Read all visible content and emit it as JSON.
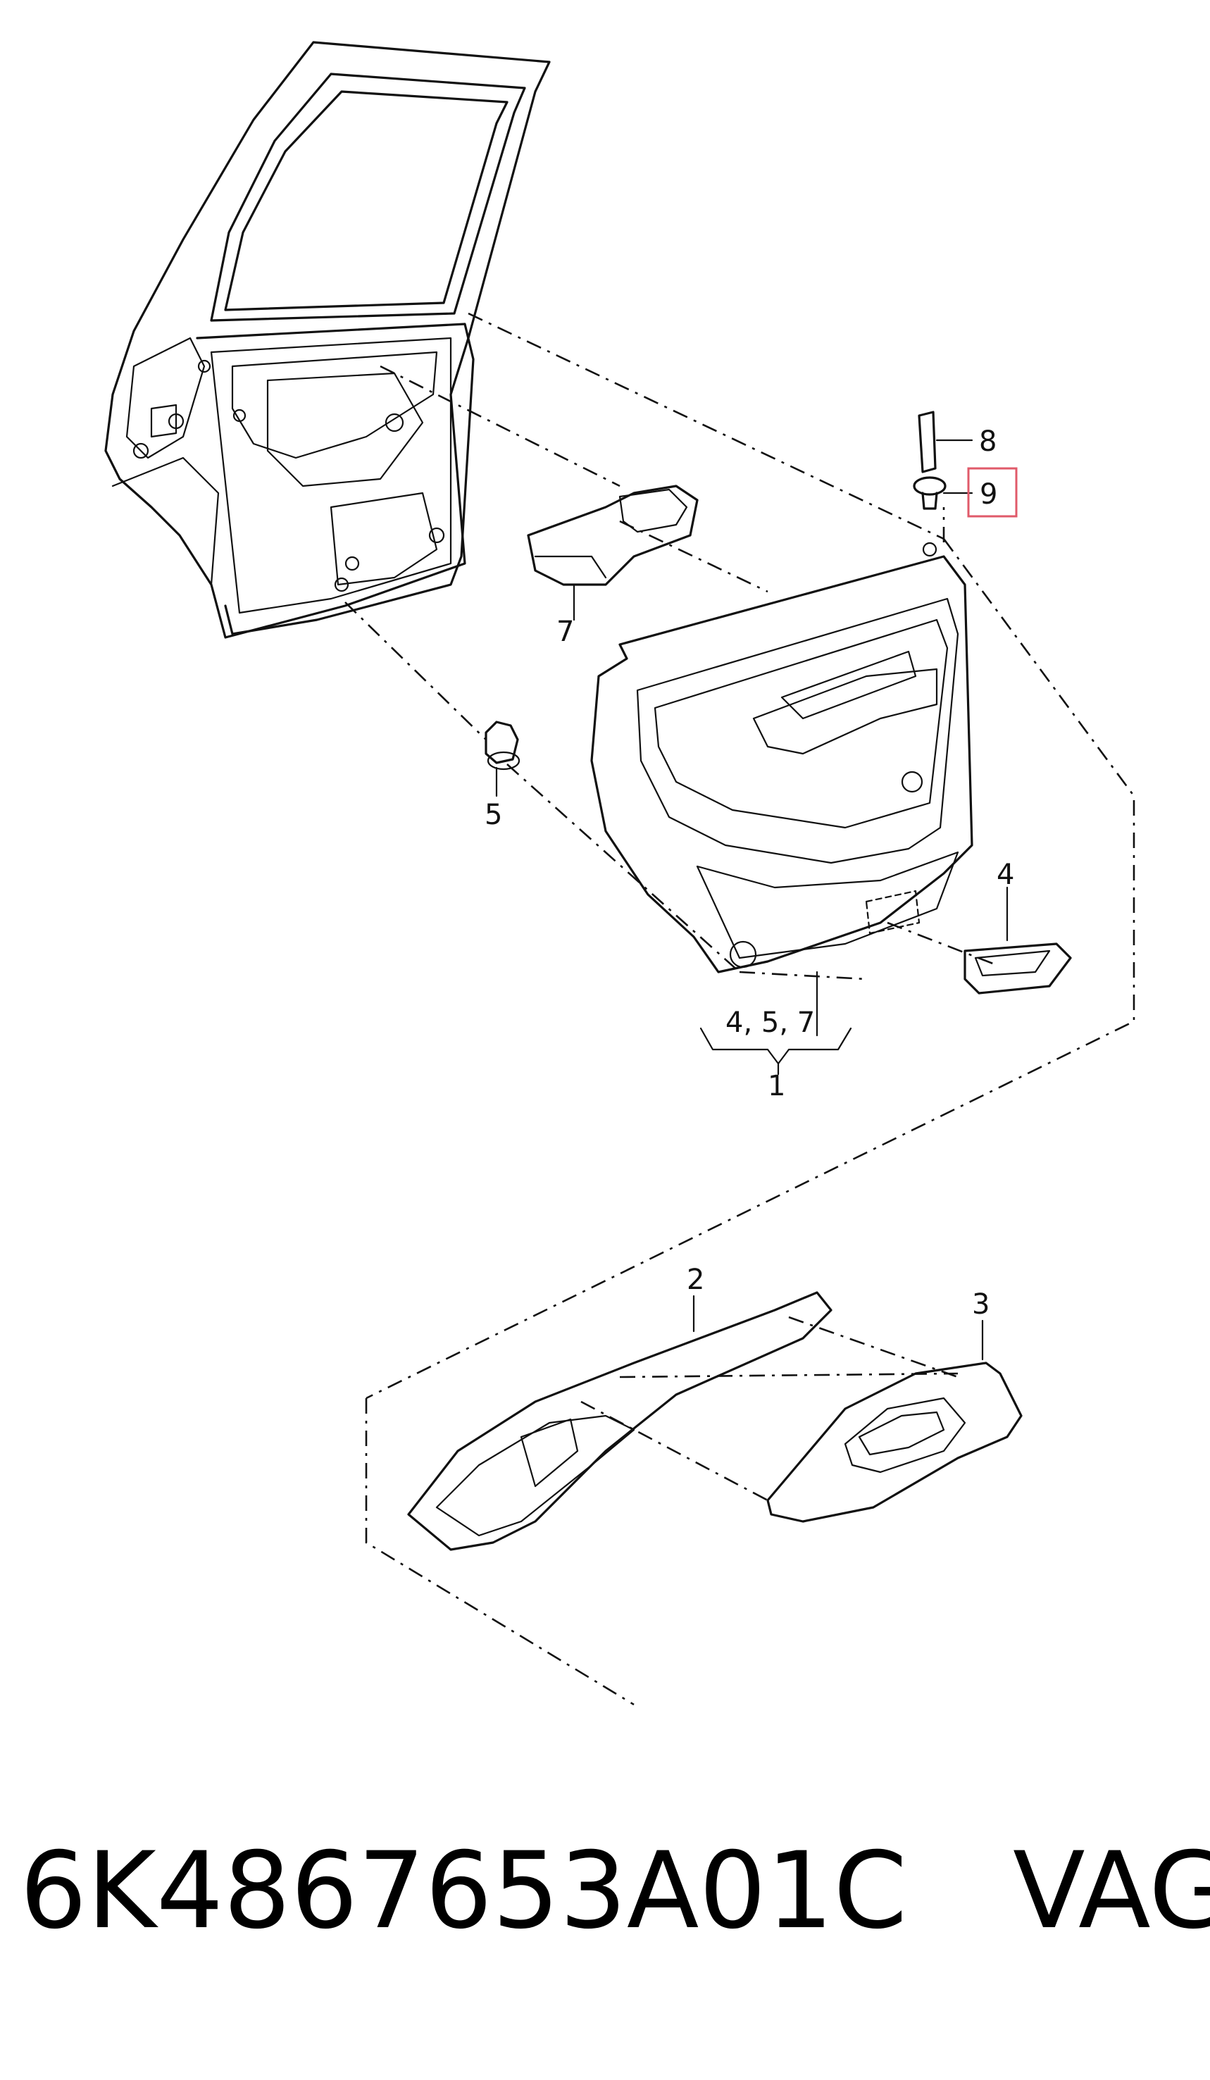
{
  "diagram": {
    "callouts": {
      "c1": "1",
      "c2": "2",
      "c3": "3",
      "c4": "4",
      "c457": "4, 5, 7",
      "c5": "5",
      "c7": "7",
      "c8": "8",
      "c9": "9"
    },
    "highlight_color": "#e05a6a"
  },
  "caption": {
    "part_number": "6K4867653A01C",
    "brand": "VAG"
  }
}
